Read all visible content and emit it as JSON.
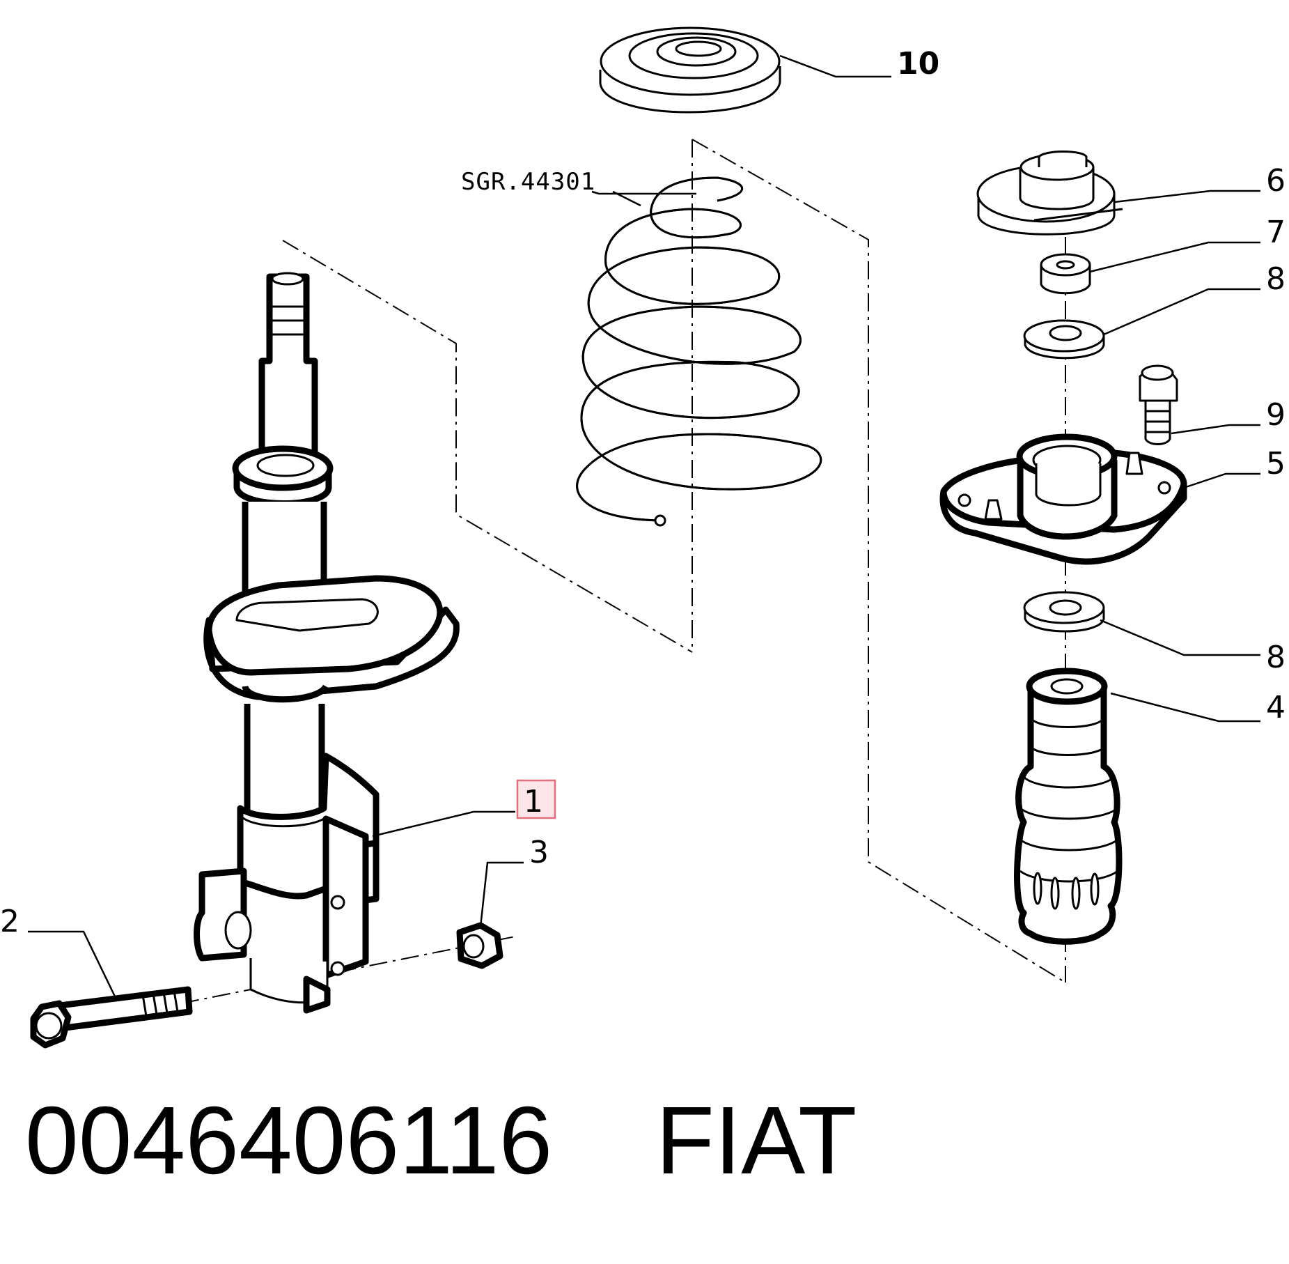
{
  "diagram": {
    "labels": {
      "p1": "1",
      "p2": "2",
      "p3": "3",
      "p4": "4",
      "p5": "5",
      "p6": "6",
      "p7": "7",
      "p8a": "8",
      "p8b": "8",
      "p9": "9",
      "p10": "10",
      "spring": "SGR.44301"
    },
    "highlight_color": "#e0707c"
  },
  "footer": {
    "part_number": "0046406116",
    "brand": "FIAT"
  }
}
